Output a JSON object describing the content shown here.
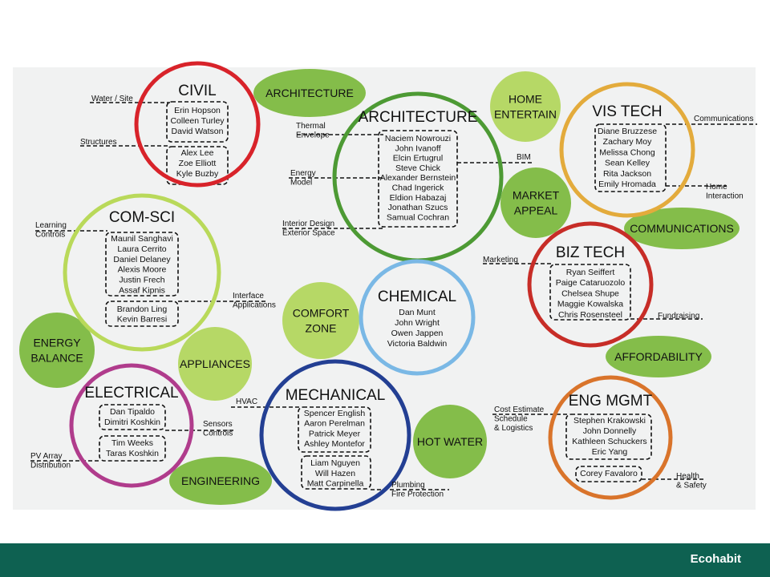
{
  "footer": {
    "brand": "Ecohabit"
  },
  "colors": {
    "panel": "#f1f2f2",
    "civil": "#d8232a",
    "architecture": "#4d9a34",
    "vis_tech": "#e3ab3c",
    "com_sci": "#b9d95a",
    "biz_tech": "#c72d27",
    "chemical": "#7ab8e5",
    "electrical": "#b03c8c",
    "mechanical": "#233f93",
    "eng_mgmt": "#d9742b",
    "bubble": "#b6d866",
    "bubble_dark": "#84bd4a",
    "footer": "#0e6151"
  },
  "teams": {
    "civil": {
      "title": "CIVIL",
      "groups": [
        [
          "Erin Hopson",
          "Colleen Turley",
          "David Watson"
        ],
        [
          "Alex Lee",
          "Zoe Elliott",
          "Kyle Buzby"
        ]
      ],
      "roles": [
        "Water / Site",
        "Structures"
      ]
    },
    "architecture": {
      "title": "ARCHITECTURE",
      "groups": [
        [
          "Naciem Nowrouzi",
          "John Ivanoff",
          "Elcin Ertugrul",
          "Steve Chick",
          "Alexander Bernstein",
          "Chad Ingerick",
          "Eldion Habazaj",
          "Jonathan Szucs",
          "Samual Cochran"
        ]
      ],
      "roles": [
        "Thermal\nEnvelope",
        "Energy\nModel",
        "Interior Design\nExterior Space",
        "BIM"
      ]
    },
    "vis_tech": {
      "title": "VIS TECH",
      "groups": [
        [
          "Diane Bruzzese",
          "Zachary Moy",
          "Melissa Chong",
          "Sean Kelley",
          "Rita Jackson",
          "Emily Hromada"
        ]
      ],
      "roles": [
        "Communications",
        "Home\nInteraction"
      ]
    },
    "com_sci": {
      "title": "COM-SCI",
      "groups": [
        [
          "Maunil Sanghavi",
          "Laura Cerrito",
          "Daniel Delaney",
          "Alexis Moore",
          "Justin Frech",
          "Assaf Kipnis"
        ],
        [
          "Brandon Ling",
          "Kevin Barresi"
        ]
      ],
      "roles": [
        "Learning\nControls",
        "Interface\nApplications"
      ]
    },
    "biz_tech": {
      "title": "BIZ TECH",
      "groups": [
        [
          "Ryan Seiffert",
          "Paige Cataruozolo",
          "Chelsea Shupe",
          "Maggie Kowalska",
          "Chris Rosensteel"
        ]
      ],
      "roles": [
        "Marketing",
        "Fundraising"
      ]
    },
    "chemical": {
      "title": "CHEMICAL",
      "groups": [
        [
          "Dan Munt",
          "John Wright",
          "Owen Jappen",
          "Victoria Baldwin"
        ]
      ],
      "roles": []
    },
    "electrical": {
      "title": "ELECTRICAL",
      "groups": [
        [
          "Dan Tipaldo",
          "Dimitri Koshkin"
        ],
        [
          "Tim Weeks",
          "Taras Koshkin"
        ]
      ],
      "roles": [
        "Sensors\nControls",
        "PV Array\nDistribution"
      ]
    },
    "mechanical": {
      "title": "MECHANICAL",
      "groups": [
        [
          "Spencer English",
          "Aaron Perelman",
          "Patrick Meyer",
          "Ashley Montefor"
        ],
        [
          "Liam Nguyen",
          "Will Hazen",
          "Matt Carpinella"
        ]
      ],
      "roles": [
        "HVAC",
        "Plumbing\nFire Protection"
      ]
    },
    "eng_mgmt": {
      "title": "ENG MGMT",
      "groups": [
        [
          "Stephen Krakowski",
          "John Donnelly",
          "Kathleen Schuckers",
          "Eric Yang"
        ],
        [
          "Corey Favaloro"
        ]
      ],
      "roles": [
        "Cost Estimate\nSchedule\n& Logistics",
        "Health\n& Safety"
      ]
    }
  },
  "goals": {
    "architecture": "ARCHITECTURE",
    "home_entertain": "HOME\nENTERTAIN",
    "market_appeal": "MARKET\nAPPEAL",
    "communications": "COMMUNICATIONS",
    "affordability": "AFFORDABILITY",
    "comfort_zone": "COMFORT\nZONE",
    "energy_balance": "ENERGY\nBALANCE",
    "appliances": "APPLIANCES",
    "hot_water": "HOT WATER",
    "engineering": "ENGINEERING"
  }
}
